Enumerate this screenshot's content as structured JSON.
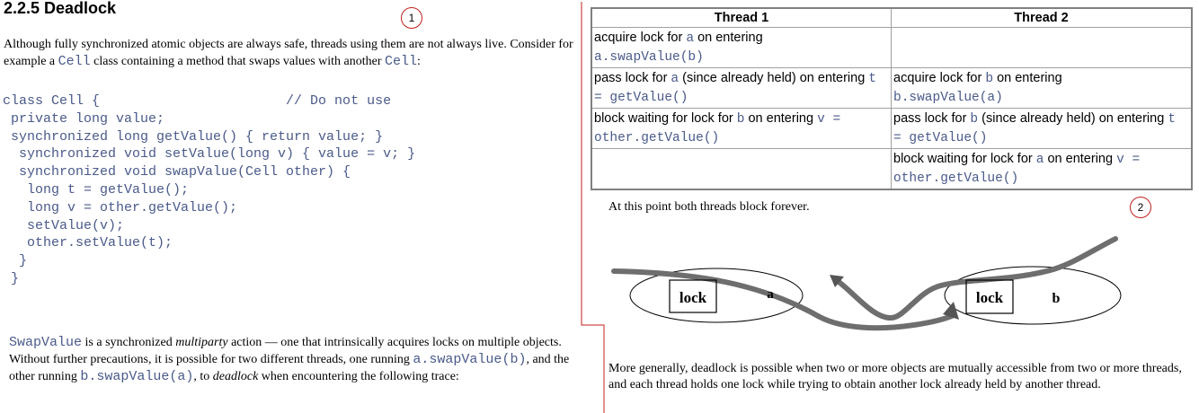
{
  "heading": "2.2.5 Deadlock",
  "annotations": {
    "one": "1",
    "two": "2"
  },
  "intro": {
    "part1": "Although fully synchronized atomic objects are always safe, threads using them are not always live. Consider for example a ",
    "code1": "Cell",
    "part2": " class containing a method that swaps values with another ",
    "code2": "Cell",
    "part3": ":"
  },
  "code_lines": [
    "class Cell {                       // Do not use",
    " private long value;",
    " synchronized long getValue() { return value; }",
    "",
    "  synchronized void setValue(long v) { value = v; }",
    "",
    "  synchronized void swapValue(Cell other) {",
    "   long t = getValue();",
    "   long v = other.getValue();",
    "   setValue(v);",
    "   other.setValue(t);",
    "  }",
    " }"
  ],
  "swap_para": {
    "code1": "SwapValue",
    "t1": " is a synchronized ",
    "em1": "multiparty",
    "t2": " action — one that intrinsically acquires locks on multiple objects. Without further precautions, it is possible for two different threads, one running ",
    "code2": "a.swapValue(b)",
    "t3": ", and the other running ",
    "code3": "b.swapValue(a)",
    "t4": ", to ",
    "em2": "deadlock",
    "t5": " when encountering the following trace:"
  },
  "table": {
    "headers": [
      "Thread 1",
      "Thread 2"
    ],
    "r1c1_a": "acquire lock for ",
    "r1c1_b": "a",
    "r1c1_c": " on entering",
    "r1c1_d": "a.swapValue(b)",
    "r2c1_a": "pass lock for ",
    "r2c1_b": "a",
    "r2c1_c": " (since already held) on entering ",
    "r2c1_d": "t = getValue()",
    "r2c2_a": "acquire lock for ",
    "r2c2_b": "b",
    "r2c2_c": " on entering",
    "r2c2_d": "b.swapValue(a)",
    "r3c1_a": "block waiting for lock for ",
    "r3c1_b": "b",
    "r3c1_c": " on entering ",
    "r3c1_d": "v =",
    "r3c1_e": "other.getValue()",
    "r3c2_a": "pass lock for ",
    "r3c2_b": "b",
    "r3c2_c": " (since already held) on entering ",
    "r3c2_d": "t = getValue()",
    "r4c2_a": "block waiting for lock for ",
    "r4c2_b": "a",
    "r4c2_c": " on entering ",
    "r4c2_d": "v =",
    "r4c2_e": "other.getValue()"
  },
  "stuck_text": "At this point both threads block forever.",
  "figure": {
    "lock_label": "lock",
    "object_a": "a",
    "object_b": "b"
  },
  "general_para": "More generally, deadlock is possible when two or more objects are mutually accessible from two or more threads, and each thread holds one lock while trying to obtain another lock already held by another thread.",
  "colors": {
    "annotation_red": "#c0201c",
    "code_blue": "#4a5a8a",
    "thread_gray": "#6e6e6e"
  }
}
